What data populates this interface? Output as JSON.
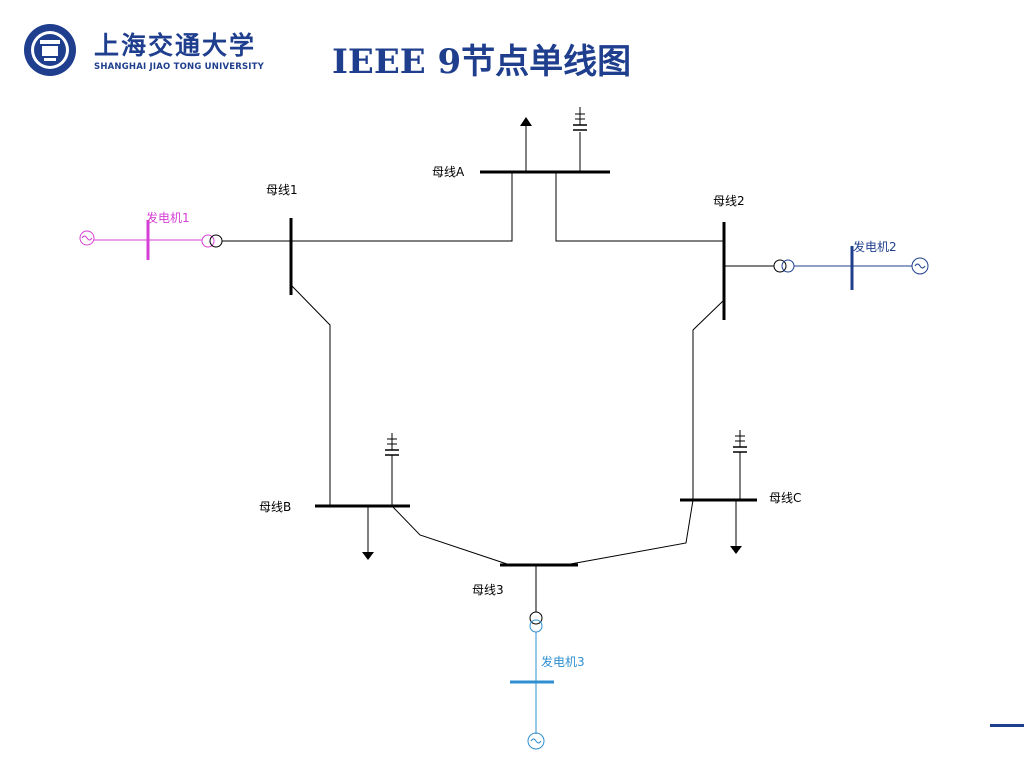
{
  "header": {
    "logo_cn": "上海交通大学",
    "logo_en": "SHANGHAI  JIAO TONG  UNIVERSITY",
    "title": "IEEE  9节点单线图"
  },
  "buses": {
    "bus_a": "母线A",
    "bus_1": "母线1",
    "bus_2": "母线2",
    "bus_b": "母线B",
    "bus_c": "母线C",
    "bus_3": "母线3"
  },
  "generators": {
    "gen_1": {
      "label": "发电机1",
      "color": "#d63fd6"
    },
    "gen_2": {
      "label": "发电机2",
      "color": "#1f3f8e"
    },
    "gen_3": {
      "label": "发电机3",
      "color": "#2f8fd0"
    }
  },
  "colors": {
    "accent": "#1f3f8e",
    "line": "#000000"
  }
}
